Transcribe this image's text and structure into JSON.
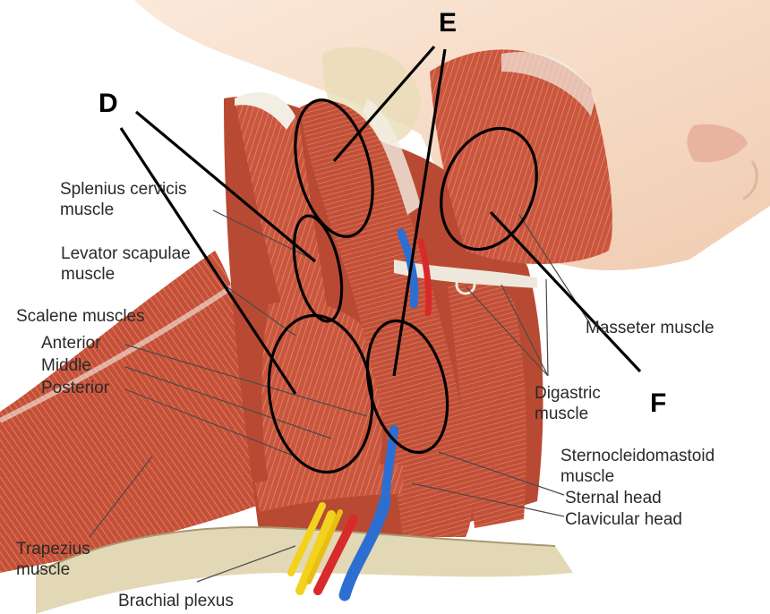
{
  "markers": {
    "d": "D",
    "e": "E",
    "f": "F"
  },
  "labels": {
    "splenius": [
      "Splenius cervicis",
      "muscle"
    ],
    "levator": [
      "Levator scapulae",
      "muscle"
    ],
    "scalene": "Scalene muscles",
    "anterior": "Anterior",
    "middle": "Middle",
    "posterior": "Posterior",
    "trapezius": [
      "Trapezius",
      "muscle"
    ],
    "brachial": "Brachial plexus",
    "masseter": "Masseter muscle",
    "digastric": [
      "Digastric",
      "muscle"
    ],
    "sternocleido": [
      "Sternocleidomastoid",
      "muscle"
    ],
    "sternal": "Sternal head",
    "clavicular": "Clavicular head"
  },
  "colors": {
    "skin": "#f6dcc6",
    "muscle": "#c9563d",
    "muscle_light": "#e18a6e",
    "tendon": "#f1ece2",
    "bone": "#e3d8b6",
    "nerve": "#f3d21d",
    "artery": "#d92a2a",
    "vein": "#2d6fd1",
    "outline": "#000000"
  }
}
